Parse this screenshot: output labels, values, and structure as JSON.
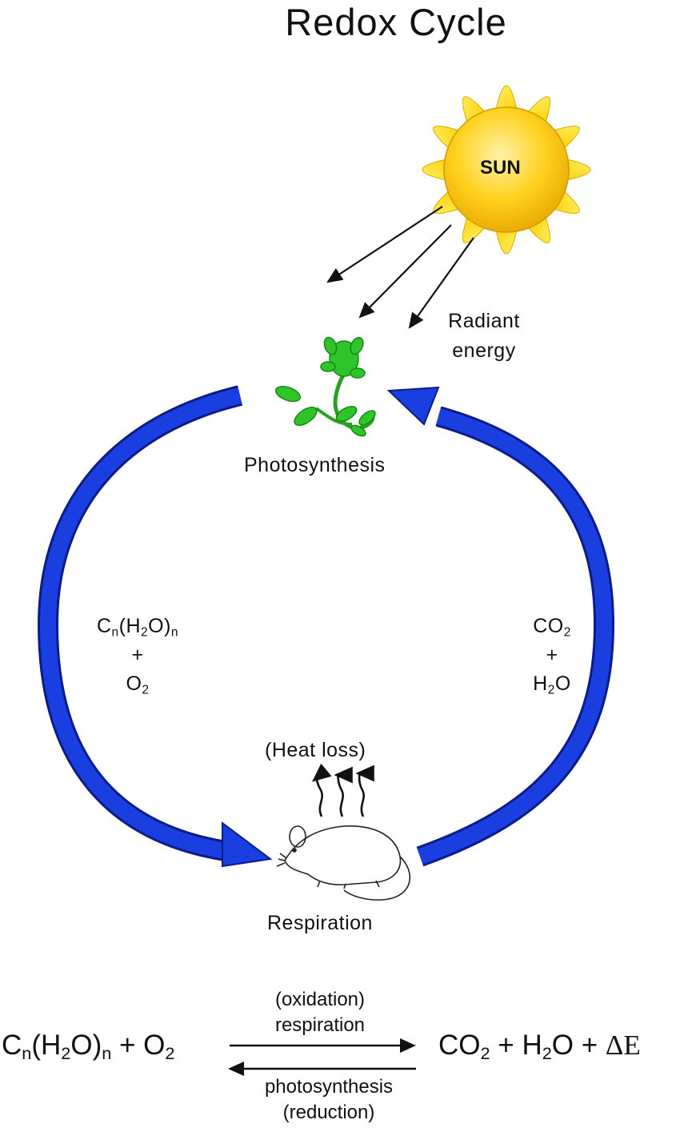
{
  "title": "Redox Cycle",
  "sun": {
    "label": "SUN"
  },
  "radiant": {
    "line1": "Radiant",
    "line2": "energy"
  },
  "nodes": {
    "photosynthesis": "Photosynthesis",
    "respiration": "Respiration",
    "heat": "(Heat loss)"
  },
  "left_arc": {
    "term1_base": "C",
    "sub_n": "n",
    "term1_mid": "(H",
    "sub_2": "2",
    "term1_end": "O)",
    "plus": "+",
    "o_base": "O"
  },
  "right_arc": {
    "co_base": "CO",
    "sub_2": "2",
    "plus": "+",
    "h_base": "H",
    "o_end": "O"
  },
  "equation": {
    "left_c": "C",
    "sub_n": "n",
    "left_mid": "(H",
    "sub_2": "2",
    "left_end": "O)",
    "plus_o": " + O",
    "right_co": "CO",
    "right_plus_h": " + H",
    "right_o_plus": "O + ",
    "delta_e": "ΔE",
    "top_label1": "(oxidation)",
    "top_label2": "respiration",
    "bottom_label1": "photosynthesis",
    "bottom_label2": "(reduction)"
  },
  "colors": {
    "arc": "#1a3fe0",
    "arc_dark": "#0b1c8a",
    "sun": "#ffd21f",
    "sun_ray": "#ffe84a",
    "leaf": "#2fc52a"
  }
}
